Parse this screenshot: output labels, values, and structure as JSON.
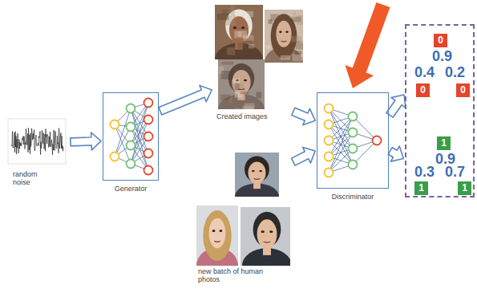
{
  "diagram": {
    "nodes": [
      {
        "text": [
          "random noise"
        ]
      },
      {
        "text": [
          "Generator"
        ]
      },
      {
        "text": [
          "Created images"
        ]
      },
      {
        "text": [
          "new batch of human photos"
        ]
      },
      {
        "text": [
          "Discriminator"
        ]
      },
      {
        "text": [
          "0.9",
          "0.4",
          "0.2",
          "0.9",
          "0.3",
          "0.7"
        ]
      },
      {
        "text": [
          "0"
        ],
        "in": 5
      },
      {
        "text": [
          "0"
        ],
        "in": 5
      },
      {
        "text": [
          "0"
        ],
        "in": 5
      },
      {
        "text": [
          "1"
        ],
        "in": 5
      },
      {
        "text": [
          "1"
        ],
        "in": 5
      },
      {
        "text": [
          "1"
        ],
        "in": 5
      }
    ],
    "edges": [
      {
        "from": 0,
        "to": 1,
        "arrow": "to"
      },
      {
        "from": 1,
        "to": 2,
        "arrow": "to"
      },
      {
        "from": 2,
        "to": 4,
        "arrow": "to"
      },
      {
        "from": 3,
        "to": 4,
        "arrow": "to"
      },
      {
        "from": 4,
        "to": 5,
        "arrow": "to"
      },
      {
        "from": 4,
        "to": 5,
        "arrow": "to"
      }
    ]
  }
}
